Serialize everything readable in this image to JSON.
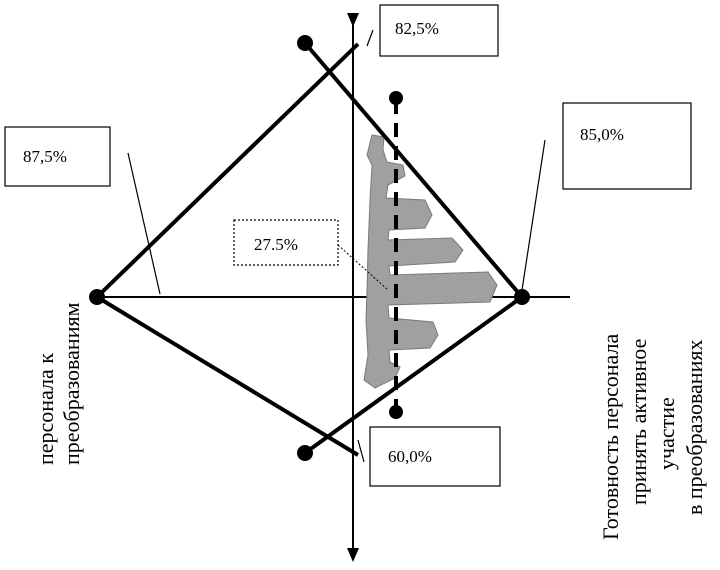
{
  "callouts": {
    "top": "82,5%",
    "left": "87,5%",
    "right": "85,0%",
    "bottom": "60,0%",
    "center": "27.5%"
  },
  "axis_labels": {
    "left_line1": "персонала к",
    "left_line2": "преобразованиям",
    "right_line1": "Готовность персонала",
    "right_line2": "принять активное",
    "right_line3": "участие",
    "right_line4": "в преобразованиях"
  },
  "colors": {
    "stroke": "#000000",
    "shape_fill": "#a0a0a0"
  }
}
